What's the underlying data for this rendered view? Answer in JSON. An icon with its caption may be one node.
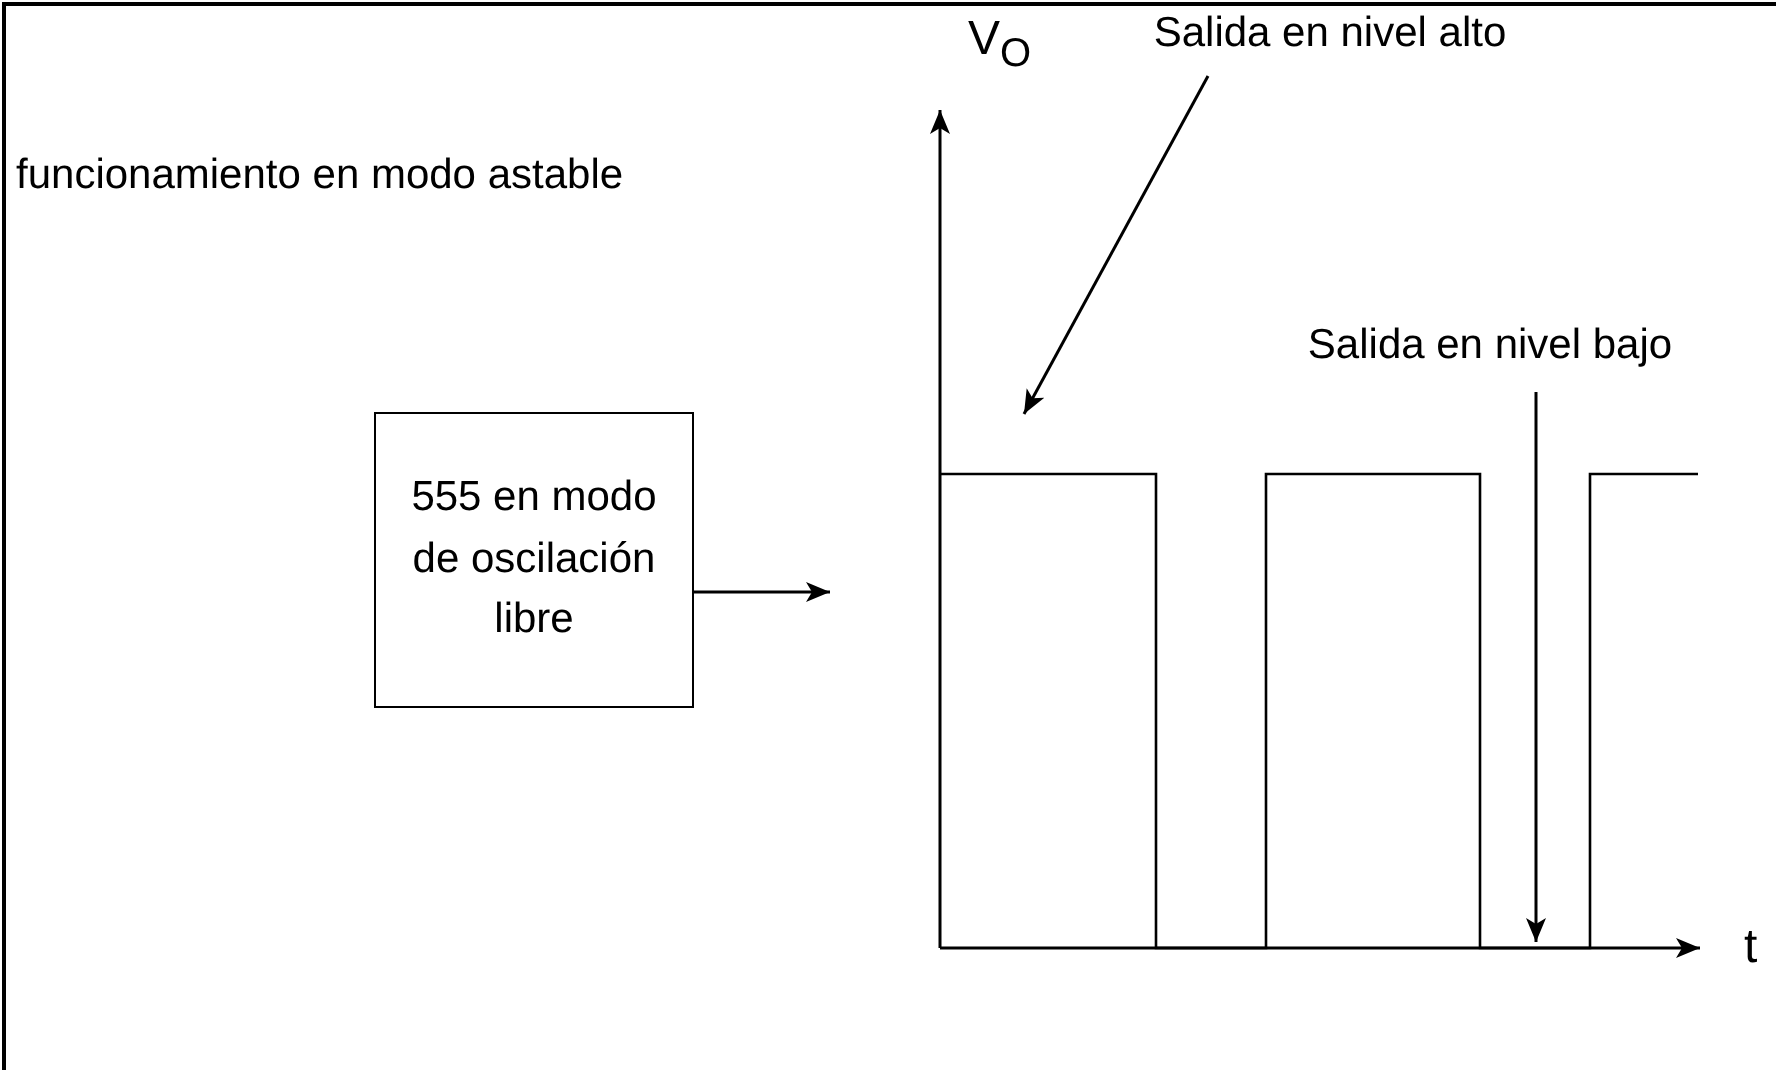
{
  "diagram": {
    "nodes": [
      {
        "text": [
          "555 en modo de oscilación libre"
        ]
      },
      {
        "text": [
          "Salida en nivel alto"
        ]
      },
      {
        "text": [
          "Salida en nivel bajo"
        ]
      }
    ],
    "edges": [
      {
        "from": 0,
        "to": null,
        "arrow": "to"
      },
      {
        "from": 1,
        "to": null,
        "arrow": "to"
      },
      {
        "from": 2,
        "to": null,
        "arrow": "to"
      }
    ],
    "labels": [
      "funcionamiento en modo astable",
      "V$_{O}$",
      "t"
    ]
  }
}
